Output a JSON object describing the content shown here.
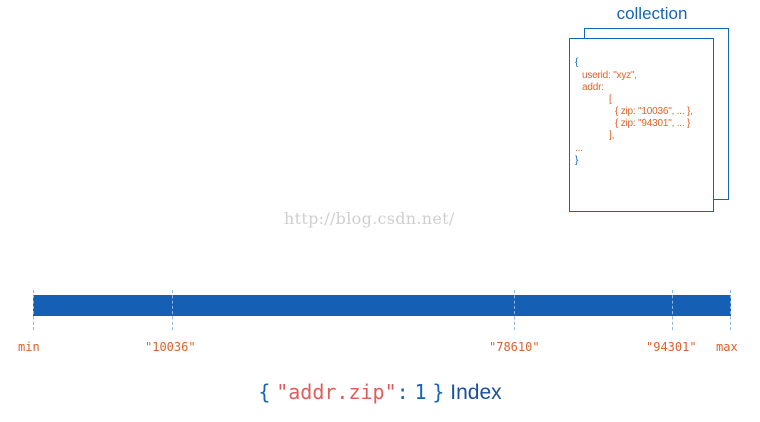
{
  "collection": {
    "title": "collection",
    "document": {
      "open_brace": "{",
      "userid_line": "userid: \"xyz\",",
      "addr_line": "addr:",
      "open_bracket": "[",
      "zip_entry_1": "{ zip: \"10036\", ... },",
      "zip_entry_2": "{ zip: \"94301\", ... }",
      "close_bracket": "],",
      "ellipsis": "...",
      "close_brace": "}"
    }
  },
  "watermark": "http://blog.csdn.net/",
  "index_axis": {
    "labels": [
      "min",
      "\"10036\"",
      "\"78610\"",
      "\"94301\"",
      "max"
    ]
  },
  "index_caption": {
    "open": "{",
    "key": "\"addr.zip\"",
    "colon": ":",
    "value": "1",
    "close": "}",
    "word": "Index"
  },
  "colors": {
    "primary_blue": "#1565b8",
    "bar_blue": "#1560b4",
    "accent_orange": "#e0622a",
    "key_red": "#e05c5c"
  }
}
